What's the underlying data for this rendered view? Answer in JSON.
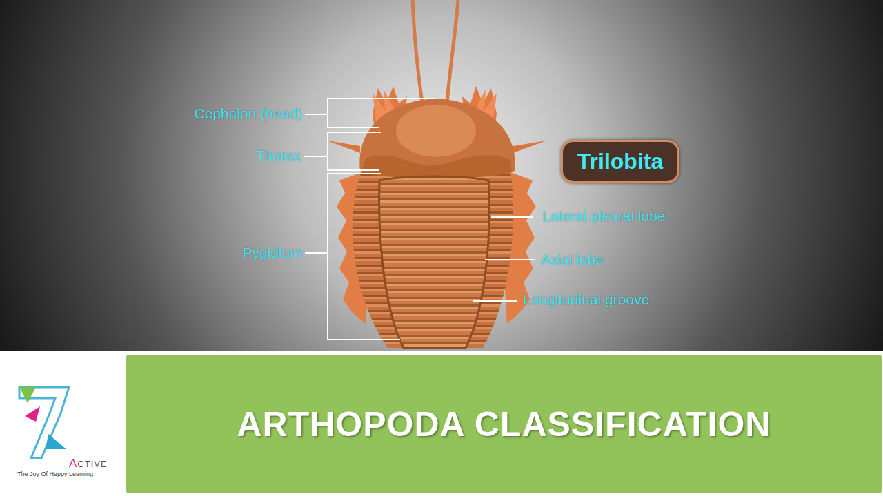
{
  "diagram": {
    "title": "ARTHOPODA CLASSIFICATION",
    "nodes": [
      {
        "text": [
          "Trilobita"
        ]
      }
    ],
    "edges": [],
    "labels": [
      "Cephalon (head)",
      "Thorax",
      "Pygidium",
      "Lateral pleural lobe",
      "Axial lobe",
      "Longitudinal groove",
      "ACTIVE",
      "The Joy Of Happy Learning"
    ]
  }
}
